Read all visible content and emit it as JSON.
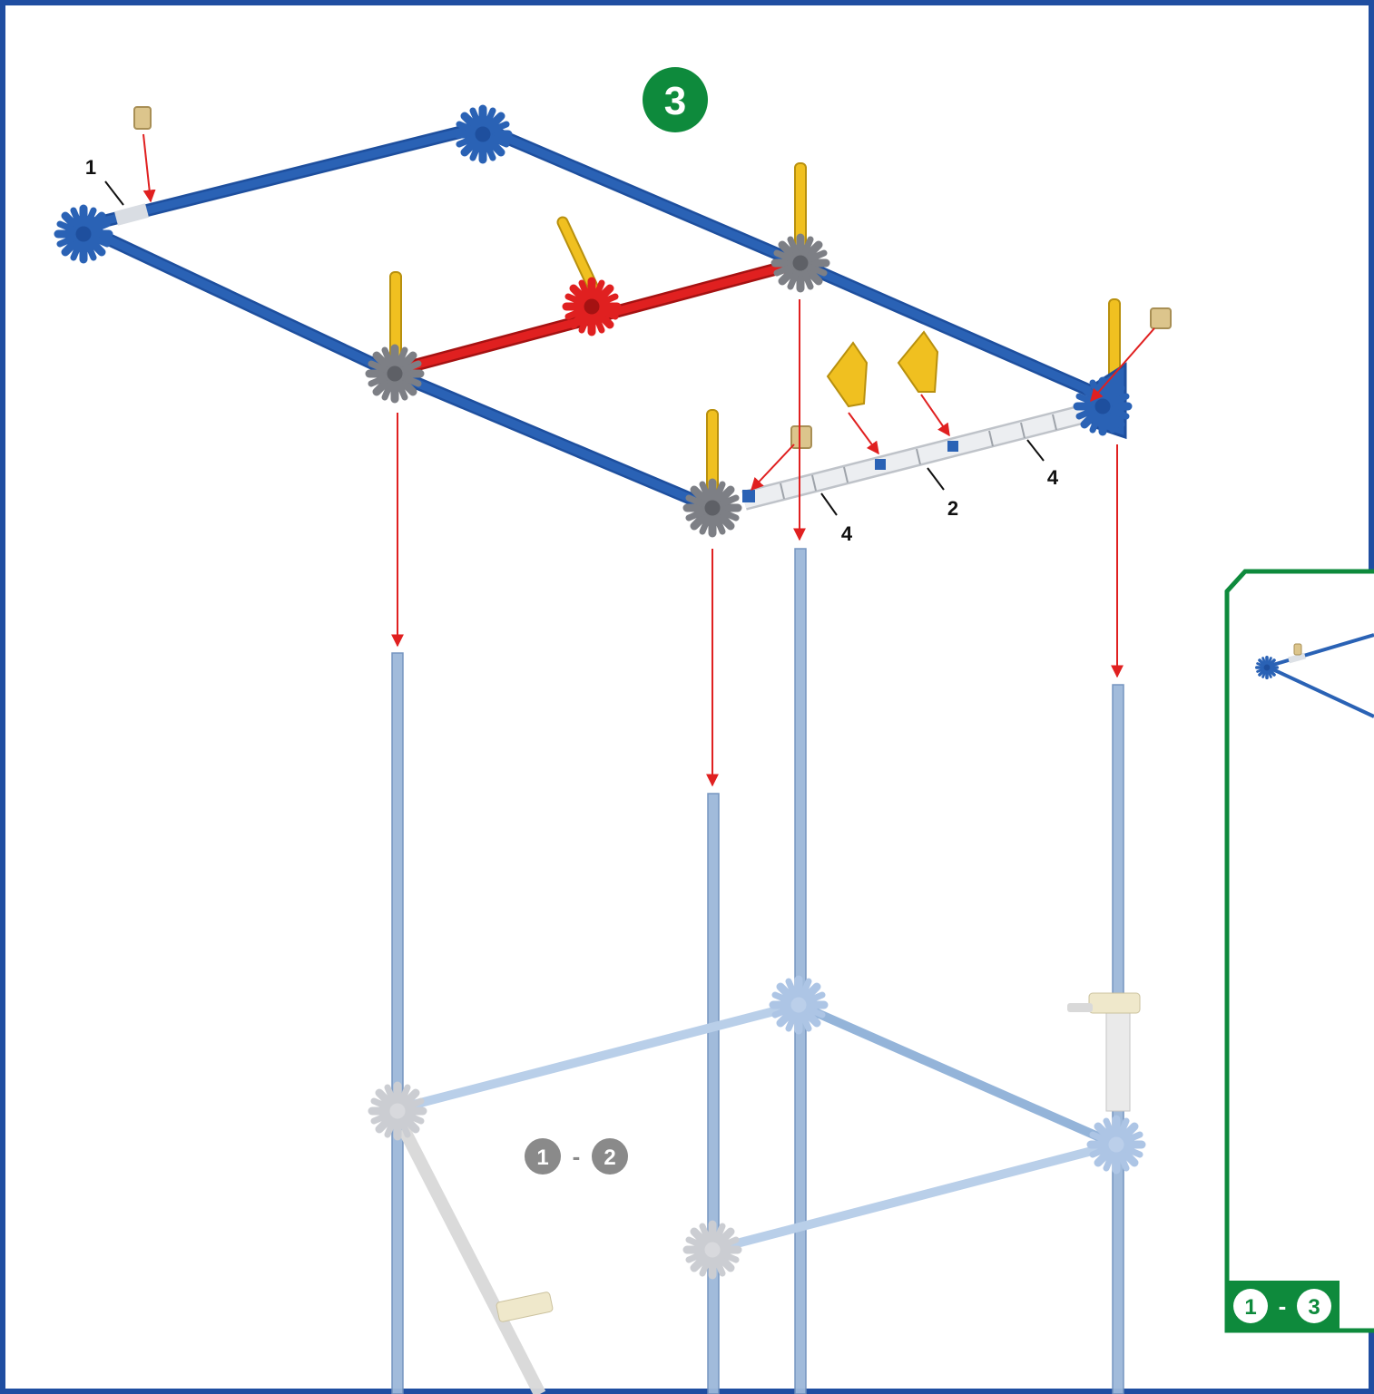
{
  "step": {
    "number": "3",
    "color": "#0e8a3c"
  },
  "part_labels": {
    "a": "1",
    "b": "4",
    "c": "2",
    "d": "4"
  },
  "previous_steps": {
    "from": "1",
    "separator": "-",
    "to": "2"
  },
  "inset": {
    "from": "1",
    "separator": "-",
    "to": "3",
    "color": "#0e8a3c"
  },
  "colors": {
    "frame_border": "#1f4ea1",
    "blue_rod": "#2a62b5",
    "red_rod": "#e02020",
    "yellow_rod": "#f0c020",
    "grey_connector": "#7d7f85",
    "pale_rod": "#9cb8da",
    "arrow": "#e02020"
  },
  "icons": {
    "step_badge": "step-number-badge",
    "arrow": "assembly-arrow",
    "connector": "snowflake-connector",
    "clip": "clip-connector"
  }
}
